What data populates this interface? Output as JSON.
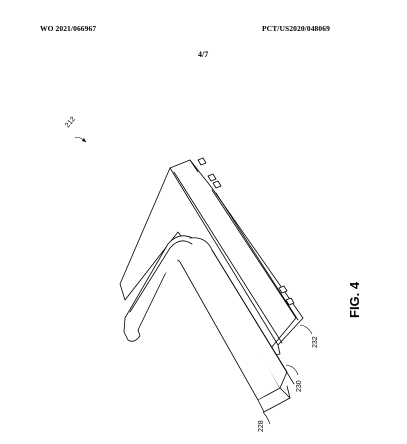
{
  "header": {
    "publication_number": "WO 2021/066967",
    "application_number": "PCT/US2020/048069",
    "sheet": "4/7"
  },
  "figure": {
    "label": "FIG. 4",
    "reference_numerals": {
      "assembly": "212",
      "bracket": "228",
      "base": "230",
      "plate": "232"
    }
  }
}
